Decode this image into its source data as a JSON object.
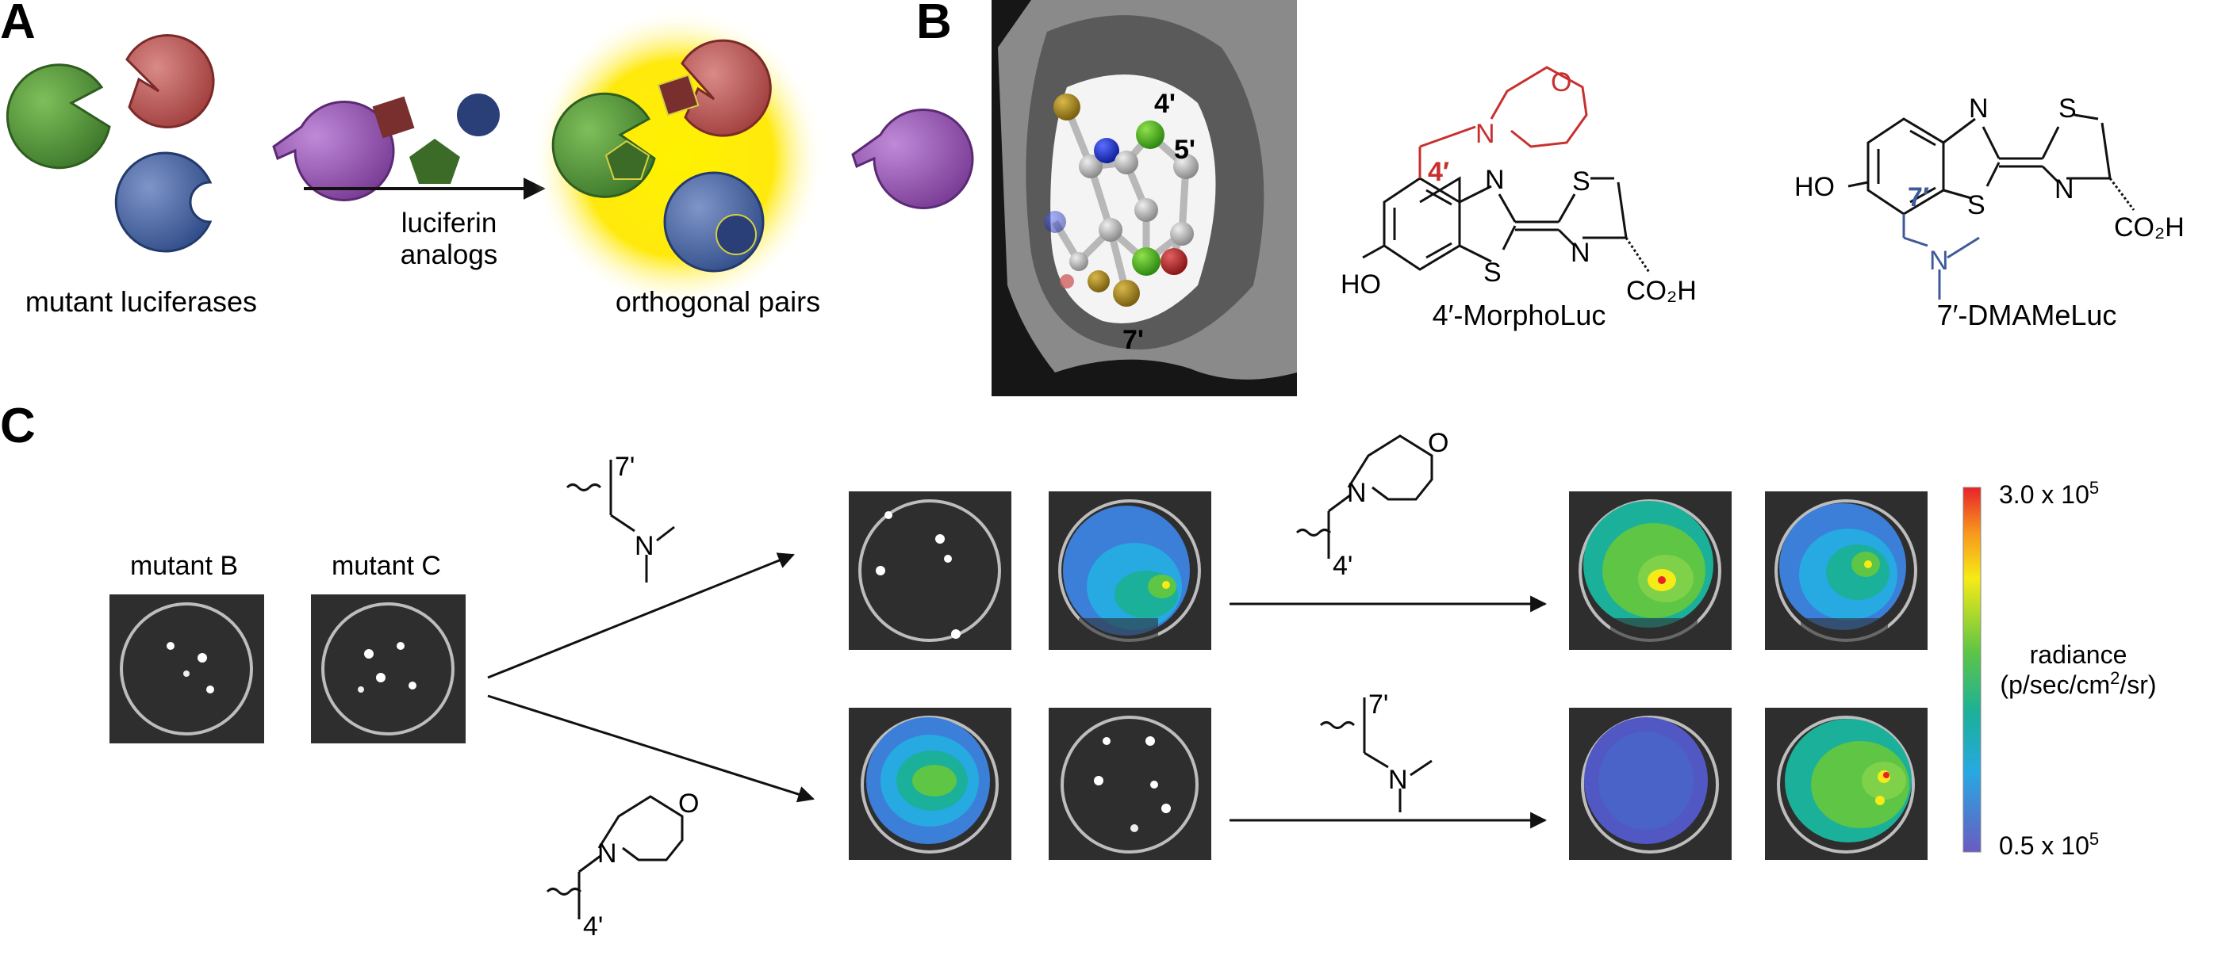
{
  "panels": {
    "a": {
      "letter": "A",
      "arrow_label_line1": "luciferin",
      "arrow_label_line2": "analogs",
      "caption_left": "mutant luciferases",
      "caption_right": "orthogonal pairs"
    },
    "b": {
      "letter": "B",
      "position_labels": [
        "4'",
        "5'",
        "7'"
      ],
      "compound1": {
        "name": "4′-MorphoLuc",
        "position_label": "4′",
        "oh": "HO",
        "n1": "N",
        "s1": "S",
        "s2": "S",
        "n2": "N",
        "co2h": "CO₂H",
        "morph_o": "O",
        "morph_n": "N"
      },
      "compound2": {
        "name": "7′-DMAMeLuc",
        "position_label": "7′",
        "oh": "HO",
        "n1": "N",
        "s1": "S",
        "s2": "S",
        "n2": "N",
        "co2h": "CO₂H",
        "amine_n": "N"
      }
    },
    "c": {
      "letter": "C",
      "label_mutant_b": "mutant B",
      "label_mutant_c": "mutant C",
      "frag_dma_label": "7'",
      "frag_dma_n": "N",
      "frag_morph_label": "4'",
      "frag_morph_n": "N",
      "frag_morph_o": "O",
      "colorbar": {
        "max_base": "3.0 x 10",
        "max_exp": "5",
        "min_base": "0.5 x 10",
        "min_exp": "5",
        "title_line1": "radiance",
        "title_line2_pre": "(p/sec/cm",
        "title_line2_sup": "2",
        "title_line2_post": "/sr)"
      }
    }
  },
  "colors": {
    "green": "#4d8a34",
    "red": "#b3504f",
    "blue": "#3e5a9a",
    "purple": "#8b4fa6",
    "glow": "#ffe600",
    "red_label": "#c8302e",
    "blue_label": "#3e5a9a"
  }
}
